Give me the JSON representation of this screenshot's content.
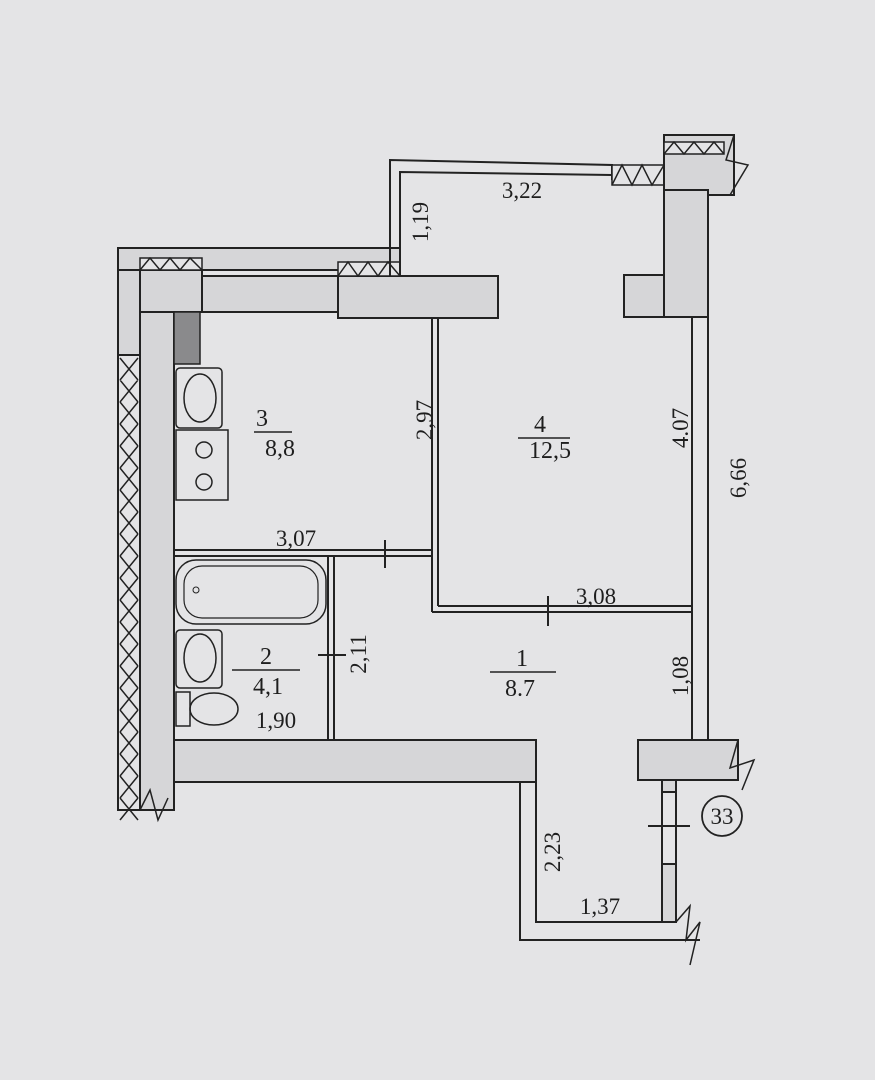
{
  "rooms": [
    {
      "number": "3",
      "area": "8,8"
    },
    {
      "number": "4",
      "area": "12,5"
    },
    {
      "number": "2",
      "area": "4,1"
    },
    {
      "number": "1",
      "area": "8.7"
    }
  ],
  "dimensions": {
    "d_3_22": "3,22",
    "d_1_19": "1,19",
    "d_2_97": "2,97",
    "d_4_07": "4.07",
    "d_6_66": "6,66",
    "d_3_07": "3,07",
    "d_3_08": "3,08",
    "d_2_11": "2,11",
    "d_1_08": "1,08",
    "d_1_90": "1,90",
    "d_2_23": "2,23",
    "d_1_37": "1,37"
  },
  "apartment_number": "33",
  "colors": {
    "paper": "#e4e4e6",
    "ink": "#1e1e1e",
    "wall_fill": "#d6d6d8"
  }
}
